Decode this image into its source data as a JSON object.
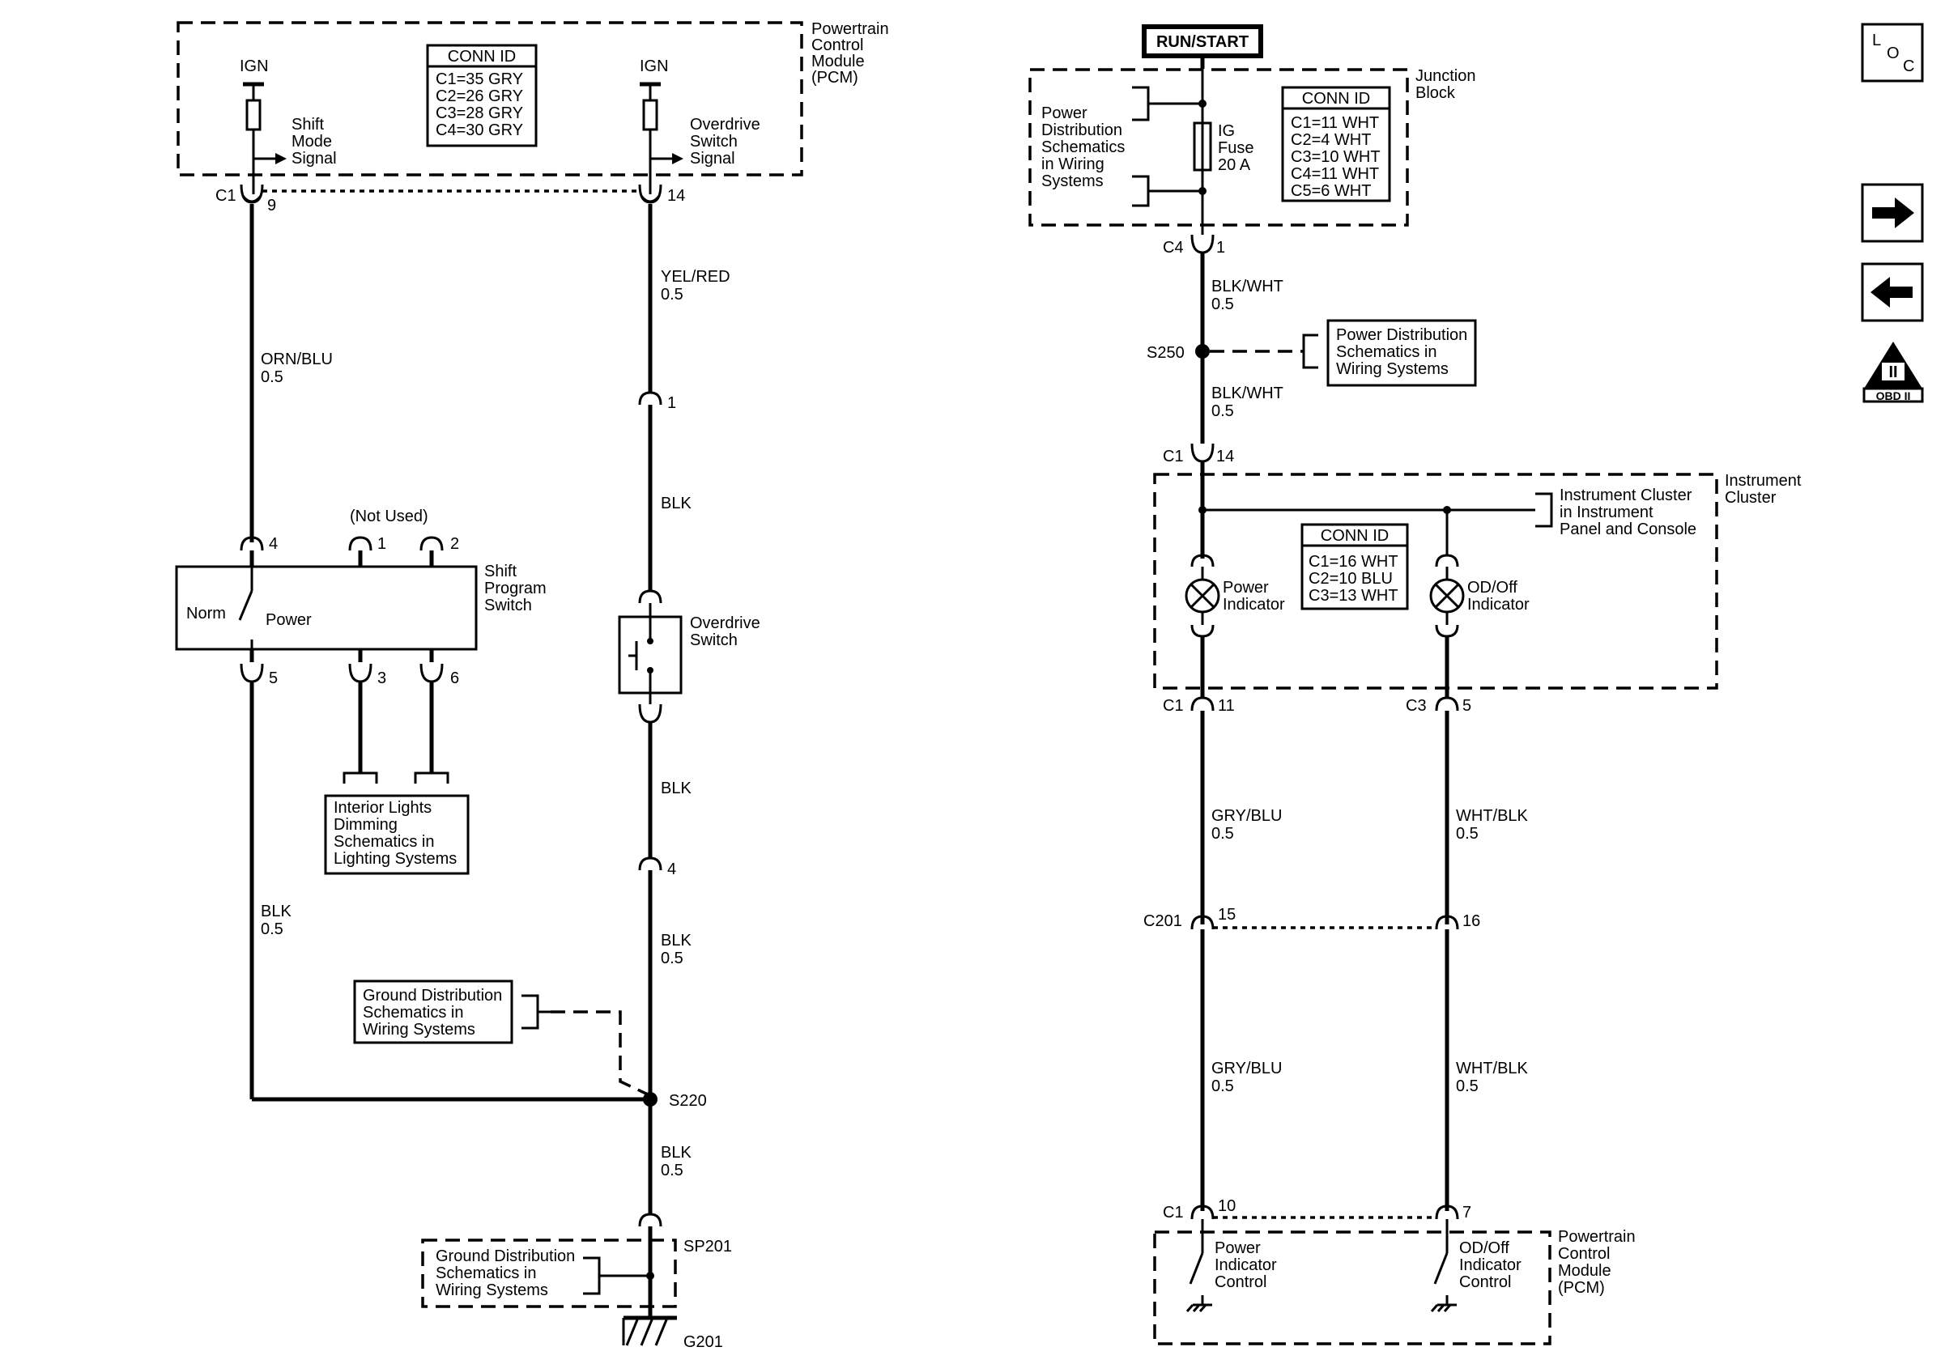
{
  "left": {
    "pcm_label": [
      "Powertrain",
      "Control",
      "Module",
      "(PCM)"
    ],
    "ign_left": "IGN",
    "ign_right": "IGN",
    "shift_mode_signal": [
      "Shift",
      "Mode",
      "Signal"
    ],
    "overdrive_switch_signal": [
      "Overdrive",
      "Switch",
      "Signal"
    ],
    "conn_id": {
      "title": "CONN ID",
      "rows": [
        "C1=35 GRY",
        "C2=26 GRY",
        "C3=28 GRY",
        "C4=30 GRY"
      ]
    },
    "c1": "C1",
    "pin9": "9",
    "pin14": "14",
    "wire_orn_blu": [
      "ORN/BLU",
      "0.5"
    ],
    "wire_yel_red": [
      "YEL/RED",
      "0.5"
    ],
    "pin1_inline": "1",
    "wire_blk_1": "BLK",
    "not_used": "(Not Used)",
    "sw_pins_top": [
      "4",
      "1",
      "2"
    ],
    "sw_pins_bottom": [
      "5",
      "3",
      "6"
    ],
    "norm": "Norm",
    "power": "Power",
    "shift_program_switch": [
      "Shift",
      "Program",
      "Switch"
    ],
    "overdrive_switch": [
      "Overdrive",
      "Switch"
    ],
    "wire_blk_2": "BLK",
    "pin4_inline": "4",
    "interior_lights_ref": [
      "Interior Lights",
      "Dimming",
      "Schematics in",
      "Lighting Systems"
    ],
    "wire_blk_left": [
      "BLK",
      "0.5"
    ],
    "wire_blk_3": [
      "BLK",
      "0.5"
    ],
    "ground_ref_1": [
      "Ground Distribution",
      "Schematics in",
      "Wiring Systems"
    ],
    "s220": "S220",
    "wire_blk_4": [
      "BLK",
      "0.5"
    ],
    "sp201": "SP201",
    "ground_ref_2": [
      "Ground Distribution",
      "Schematics in",
      "Wiring Systems"
    ],
    "g201": "G201"
  },
  "right": {
    "run_start": "RUN/START",
    "power_dist_ref_1": [
      "Power",
      "Distribution",
      "Schematics",
      "in Wiring",
      "Systems"
    ],
    "ig_fuse": [
      "IG",
      "Fuse",
      "20 A"
    ],
    "conn_id_jb": {
      "title": "CONN ID",
      "rows": [
        "C1=11 WHT",
        "C2=4 WHT",
        "C3=10 WHT",
        "C4=11 WHT",
        "C5=6 WHT"
      ]
    },
    "junction_block": [
      "Junction",
      "Block"
    ],
    "c4": "C4",
    "c4_pin": "1",
    "wire_blk_wht_1": [
      "BLK/WHT",
      "0.5"
    ],
    "s250": "S250",
    "power_dist_ref_2": [
      "Power Distribution",
      "Schematics in",
      "Wiring Systems"
    ],
    "wire_blk_wht_2": [
      "BLK/WHT",
      "0.5"
    ],
    "c1_top": "C1",
    "c1_top_pin": "14",
    "instrument_cluster": [
      "Instrument",
      "Cluster"
    ],
    "ic_ref": [
      "Instrument Cluster",
      "in Instrument",
      "Panel and Console"
    ],
    "conn_id_ic": {
      "title": "CONN ID",
      "rows": [
        "C1=16 WHT",
        "C2=10 BLU",
        "C3=13 WHT"
      ]
    },
    "power_indicator": [
      "Power",
      "Indicator"
    ],
    "od_off_indicator": [
      "OD/Off",
      "Indicator"
    ],
    "c1_mid": "C1",
    "c1_mid_pin": "11",
    "c3_mid": "C3",
    "c3_mid_pin": "5",
    "wire_gry_blu_1": [
      "GRY/BLU",
      "0.5"
    ],
    "wire_wht_blk_1": [
      "WHT/BLK",
      "0.5"
    ],
    "c201": "C201",
    "c201_pin_a": "15",
    "c201_pin_b": "16",
    "wire_gry_blu_2": [
      "GRY/BLU",
      "0.5"
    ],
    "wire_wht_blk_2": [
      "WHT/BLK",
      "0.5"
    ],
    "c1_bot": "C1",
    "c1_bot_pin_a": "10",
    "c1_bot_pin_b": "7",
    "power_indicator_control": [
      "Power",
      "Indicator",
      "Control"
    ],
    "od_off_indicator_control": [
      "OD/Off",
      "Indicator",
      "Control"
    ],
    "pcm_label": [
      "Powertrain",
      "Control",
      "Module",
      "(PCM)"
    ]
  },
  "nav": {
    "loc_icon": "loc-icon",
    "next_icon": "arrow-right-icon",
    "prev_icon": "arrow-left-icon",
    "obd_label": "OBD II",
    "obd_numeral": "II"
  }
}
